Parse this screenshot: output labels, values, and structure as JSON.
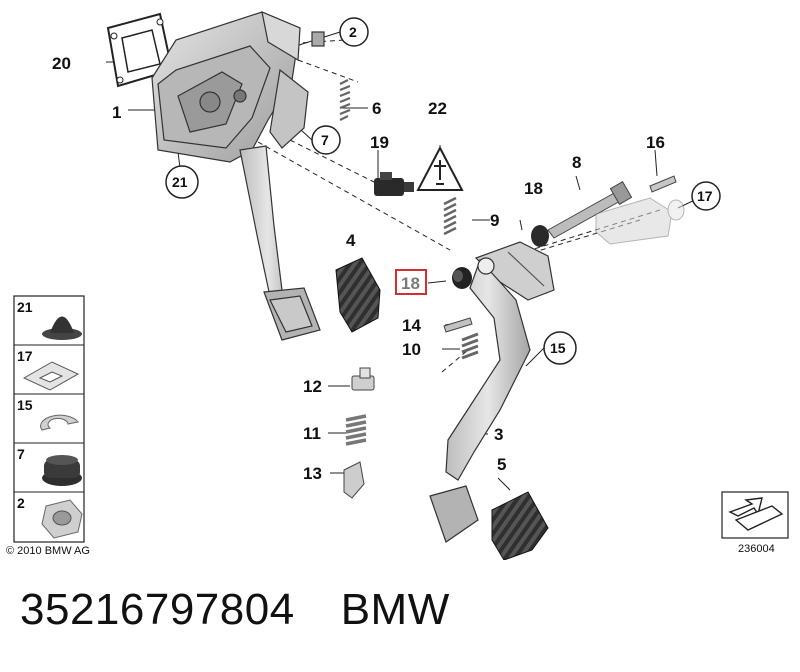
{
  "callouts": {
    "c1": "1",
    "c2": "2",
    "c3": "3",
    "c4": "4",
    "c5": "5",
    "c6": "6",
    "c7": "7",
    "c8": "8",
    "c9": "9",
    "c10": "10",
    "c11": "11",
    "c12": "12",
    "c13": "13",
    "c14": "14",
    "c15": "15",
    "c16": "16",
    "c17": "17",
    "c18a": "18",
    "c18b": "18",
    "c19": "19",
    "c20": "20",
    "c21": "21",
    "c22": "22"
  },
  "legend": [
    "21",
    "17",
    "15",
    "7",
    "2"
  ],
  "highlighted_part": "18",
  "copyright": "© 2010 BMW AG",
  "reference_number": "236004",
  "footer": {
    "part_number": "35216797804",
    "brand": "BMW"
  },
  "colors": {
    "highlight_box": "#d03030",
    "part_fill": "#c8c8c8",
    "rubber_fill": "#2e2e2e"
  }
}
